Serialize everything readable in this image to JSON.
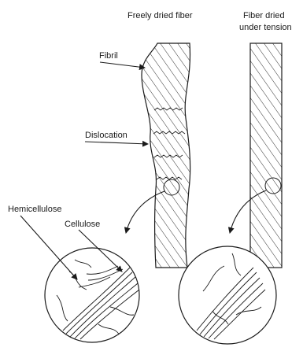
{
  "labels": {
    "freely_dried": "Freely dried fiber",
    "tension_line1": "Fiber dried",
    "tension_line2": "under tension",
    "fibril": "Fibril",
    "dislocation": "Dislocation",
    "hemicellulose": "Hemicellulose",
    "cellulose": "Cellulose"
  }
}
